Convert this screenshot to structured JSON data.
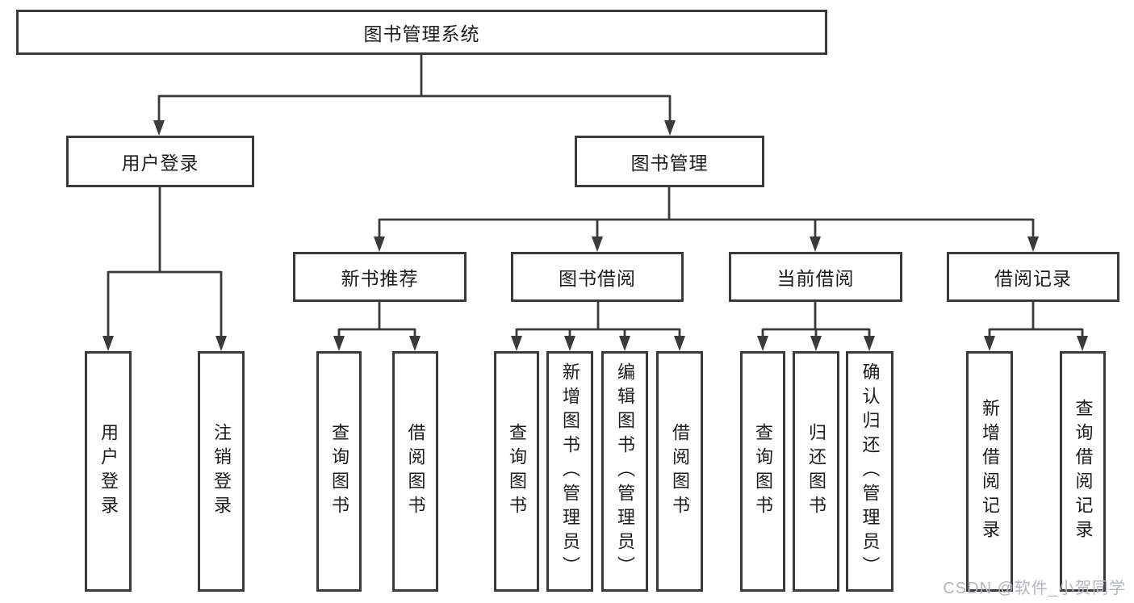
{
  "tree": {
    "root": {
      "label": "图书管理系统"
    },
    "l2": [
      {
        "label": "用户登录"
      },
      {
        "label": "图书管理"
      }
    ],
    "l3": [
      {
        "label": "新书推荐"
      },
      {
        "label": "图书借阅"
      },
      {
        "label": "当前借阅"
      },
      {
        "label": "借阅记录"
      }
    ],
    "leaves": [
      {
        "label": "用户登录"
      },
      {
        "label": "注销登录"
      },
      {
        "label": "查询图书"
      },
      {
        "label": "借阅图书"
      },
      {
        "label": "查询图书"
      },
      {
        "label": "新增图书（管理员）"
      },
      {
        "label": "编辑图书（管理员）"
      },
      {
        "label": "借阅图书"
      },
      {
        "label": "查询图书"
      },
      {
        "label": "归还图书"
      },
      {
        "label": "确认归还（管理员）"
      },
      {
        "label": "新增借阅记录"
      },
      {
        "label": "查询借阅记录"
      }
    ]
  },
  "watermark": "CSDN @软件_小贺同学",
  "colors": {
    "line": "#3a3a3a",
    "text": "#1c1c1c",
    "watermark": "#b2b5ba"
  }
}
